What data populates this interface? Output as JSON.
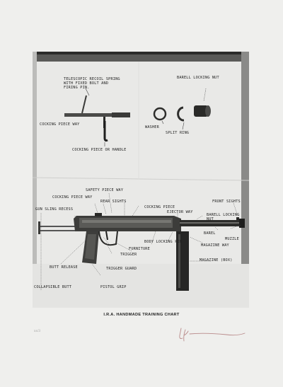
{
  "plate": {
    "labels": {
      "spring": "TELESCOPIC RECOIL SPRING\nWITH FIXED BOLT AND\nFIRING PIN.",
      "cocking_way_top": "COCKING PIECE WAY",
      "cocking_handle": "COCKING PIECE OR HANDLE",
      "barrel_nut": "BARELL LOCKING NUT",
      "washer": "WASHER",
      "split_ring": "SPLIT RING",
      "safety_way": "SAFETY PIECE WAY",
      "cocking_way": "COCKING PIECE WAY",
      "rear_sights": "REAR SIGHTS",
      "cocking_piece": "COCKING PIECE",
      "gun_sling": "GUN SLING RECESS",
      "ejector_way": "EJECTOR WAY",
      "barrel_locking_nut": "BARELL LOCKING\nNUT",
      "front_sights": "FRONT SIGHTS",
      "barrel": "BAREL",
      "muzzle": "MUZZLE",
      "body_locking_pin": "BODY LOCKING PIN",
      "furniture": "FURNITURE",
      "magazine_way": "MAGAZINE WAY",
      "trigger": "TRIGGER",
      "butt_release": "BUTT RELEASE",
      "trigger_guard": "TRIGGER GUARD",
      "magazine_box": "MAGAZINE (BOX)",
      "collapsible_butt": "COLLAPSIBLE BUTT",
      "pistol_grip": "PISTOL GRIP"
    }
  },
  "caption": "I.R.A. HANDMADE TRAINING CHART",
  "edition": "xx/3",
  "colors": {
    "paper": "#efefed",
    "signature": "#b98a8a"
  }
}
